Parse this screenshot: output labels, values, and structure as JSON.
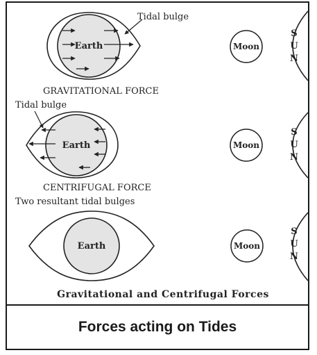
{
  "labels": {
    "tidal_bulge_1": "Tidal bulge",
    "earth_1": "Earth",
    "moon_1": "Moon",
    "sun_1": [
      "S",
      "U",
      "N"
    ],
    "gravitational_force": "GRAVITATIONAL FORCE",
    "tidal_bulge_2": "Tidal bulge",
    "earth_2": "Earth",
    "moon_2": "Moon",
    "sun_2": [
      "S",
      "U",
      "N"
    ],
    "centrifugal_force": "CENTRIFUGAL FORCE",
    "two_resultant": "Two resultant tidal bulges",
    "earth_3": "Earth",
    "moon_3": "Moon",
    "sun_3": [
      "S",
      "U",
      "N"
    ],
    "bottom_title": "Gravitational and Centrifugal Forces"
  },
  "caption": "Forces acting on Tides",
  "icons": {
    "arrow": "arrow-icon"
  },
  "colors": {
    "ink": "#222222",
    "earth_fill": "#e4e4e4"
  }
}
